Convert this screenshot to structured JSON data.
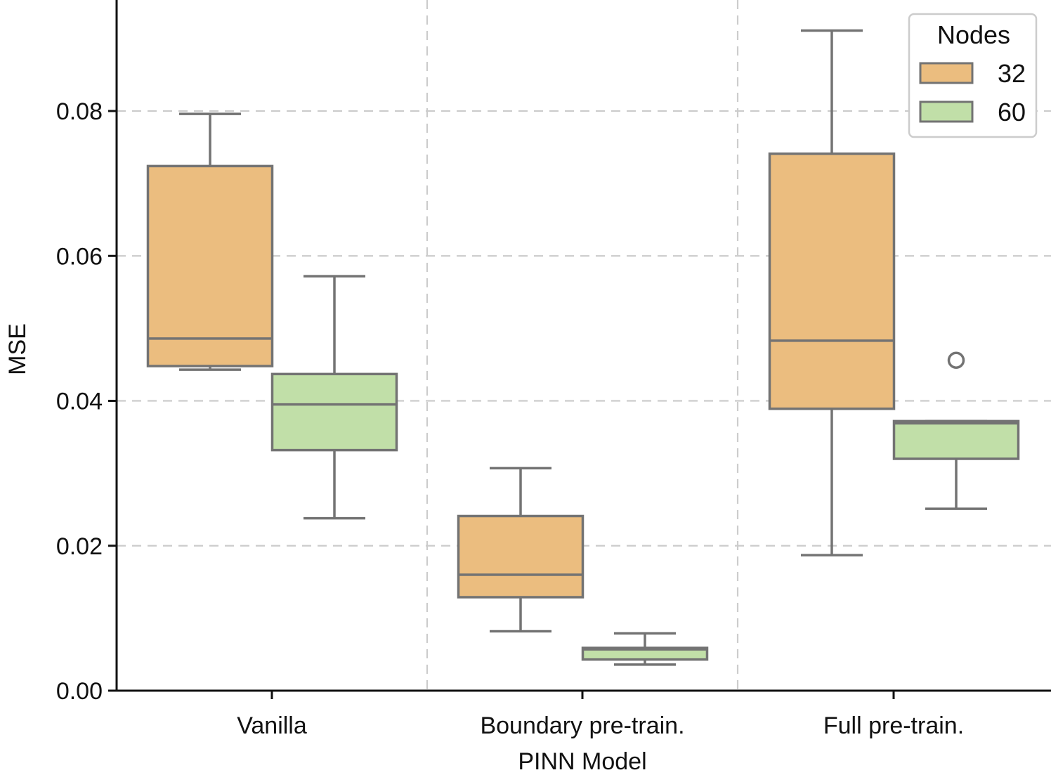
{
  "chart_data": {
    "type": "box",
    "xlabel": "PINN Model",
    "ylabel": "MSE",
    "categories": [
      "Vanilla",
      "Boundary pre-train.",
      "Full pre-train."
    ],
    "ylim": [
      0.0,
      0.0955
    ],
    "yticks": [
      0.0,
      0.02,
      0.04,
      0.06,
      0.08
    ],
    "ytick_labels": [
      "0.00",
      "0.02",
      "0.04",
      "0.06",
      "0.08"
    ],
    "grid": true,
    "legend": {
      "title": "Nodes",
      "position": "top-right"
    },
    "series": [
      {
        "name": "32",
        "color": "#ebbd7f",
        "boxes": [
          {
            "category": "Vanilla",
            "whisker_low": 0.0443,
            "q1": 0.0448,
            "median": 0.0486,
            "q3": 0.0724,
            "whisker_high": 0.0796,
            "outliers": []
          },
          {
            "category": "Boundary pre-train.",
            "whisker_low": 0.0082,
            "q1": 0.0129,
            "median": 0.016,
            "q3": 0.0241,
            "whisker_high": 0.0307,
            "outliers": []
          },
          {
            "category": "Full pre-train.",
            "whisker_low": 0.0187,
            "q1": 0.0389,
            "median": 0.0483,
            "q3": 0.0741,
            "whisker_high": 0.0911,
            "outliers": []
          }
        ]
      },
      {
        "name": "60",
        "color": "#c1dfa8",
        "boxes": [
          {
            "category": "Vanilla",
            "whisker_low": 0.0238,
            "q1": 0.0332,
            "median": 0.0395,
            "q3": 0.0437,
            "whisker_high": 0.0572,
            "outliers": []
          },
          {
            "category": "Boundary pre-train.",
            "whisker_low": 0.0036,
            "q1": 0.0043,
            "median": 0.0057,
            "q3": 0.0059,
            "whisker_high": 0.0079,
            "outliers": []
          },
          {
            "category": "Full pre-train.",
            "whisker_low": 0.0251,
            "q1": 0.032,
            "median": 0.0369,
            "q3": 0.0372,
            "whisker_high": 0.0372,
            "outliers": [
              0.0456
            ]
          }
        ]
      }
    ]
  }
}
